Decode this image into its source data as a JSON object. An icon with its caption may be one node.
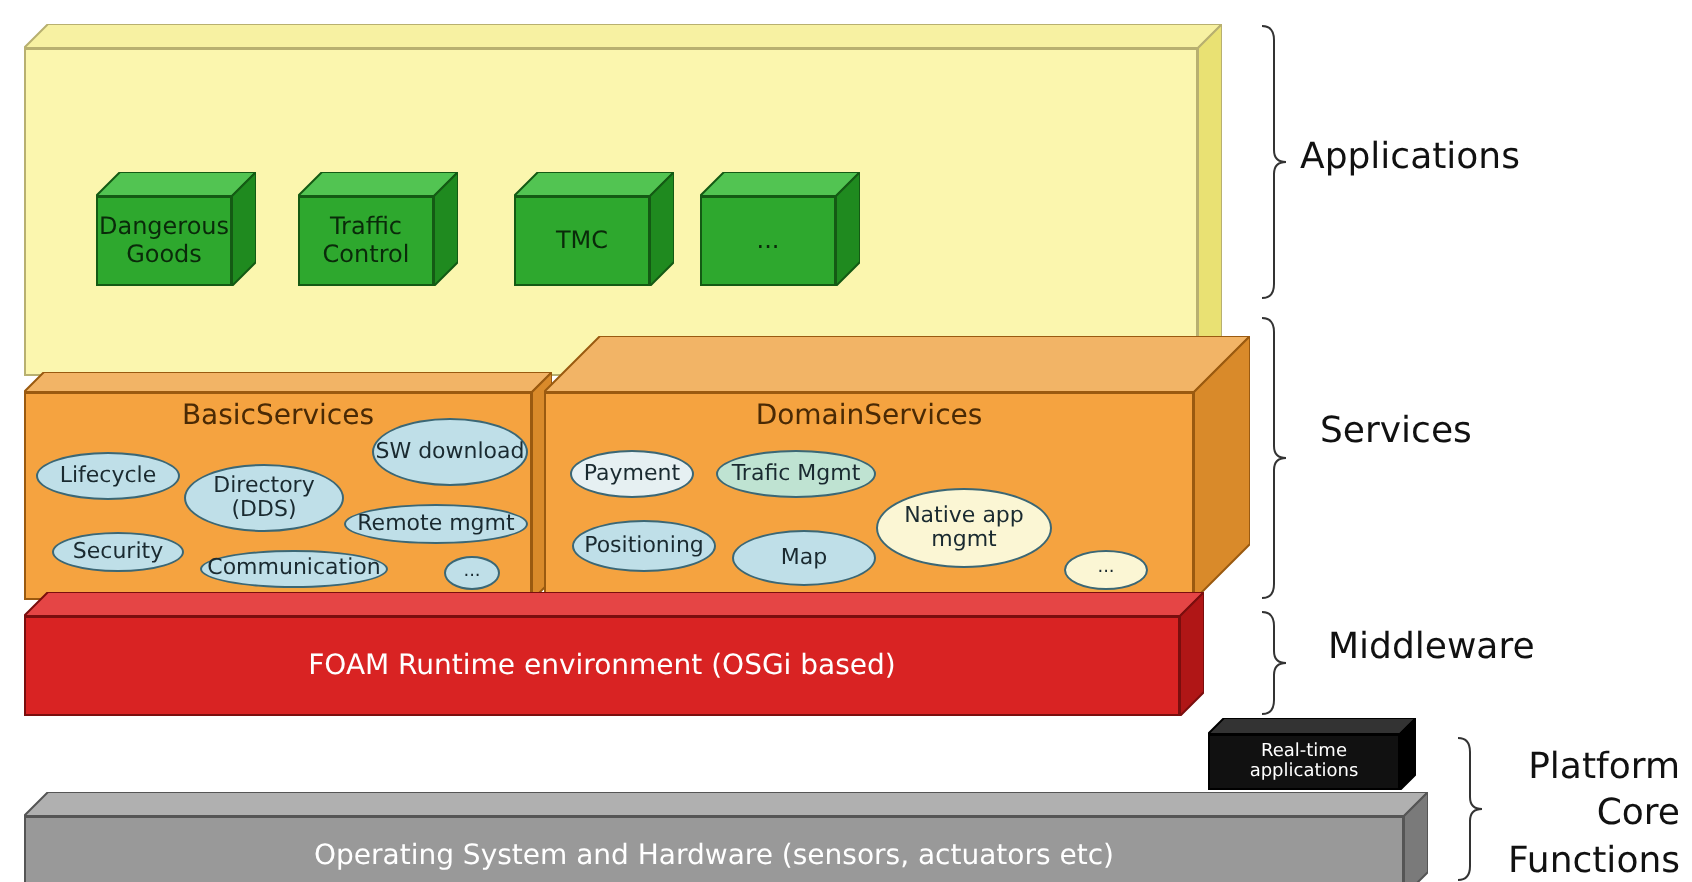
{
  "diagram": {
    "nodes": [
      {
        "text": [],
        "shape": "box"
      },
      {
        "text": [
          "Dangerous Goods"
        ],
        "in": 0
      },
      {
        "text": [
          "Traffic Control"
        ],
        "in": 0
      },
      {
        "text": [
          "TMC"
        ],
        "in": 0
      },
      {
        "text": [
          "..."
        ],
        "in": 0
      },
      {
        "text": [
          "BasicServices"
        ]
      },
      {
        "text": [
          "SW download"
        ],
        "in": 5
      },
      {
        "text": [
          "Lifecycle"
        ],
        "in": 5
      },
      {
        "text": [
          "Directory (DDS)"
        ],
        "in": 5
      },
      {
        "text": [
          "Remote mgmt"
        ],
        "in": 5
      },
      {
        "text": [
          "Security"
        ],
        "in": 5
      },
      {
        "text": [
          "Communication"
        ],
        "in": 5
      },
      {
        "text": [
          "..."
        ],
        "in": 5
      },
      {
        "text": [
          "DomainServices"
        ]
      },
      {
        "text": [
          "Payment"
        ],
        "in": 13
      },
      {
        "text": [
          "Trafic Mgmt"
        ],
        "in": 13
      },
      {
        "text": [
          "Native app mgmt"
        ],
        "in": 13
      },
      {
        "text": [
          "Positioning"
        ],
        "in": 13
      },
      {
        "text": [
          "Map"
        ],
        "in": 13
      },
      {
        "text": [
          "..."
        ],
        "in": 13
      },
      {
        "text": [
          "FOAM Runtime environment (OSGi based)"
        ]
      },
      {
        "text": [
          "Real-time applications"
        ]
      },
      {
        "text": [
          "Operating System and Hardware (sensors, actuators etc)"
        ]
      }
    ],
    "labels": [
      "Applications",
      "Services",
      "Middleware",
      "Platform Core Functions"
    ]
  }
}
